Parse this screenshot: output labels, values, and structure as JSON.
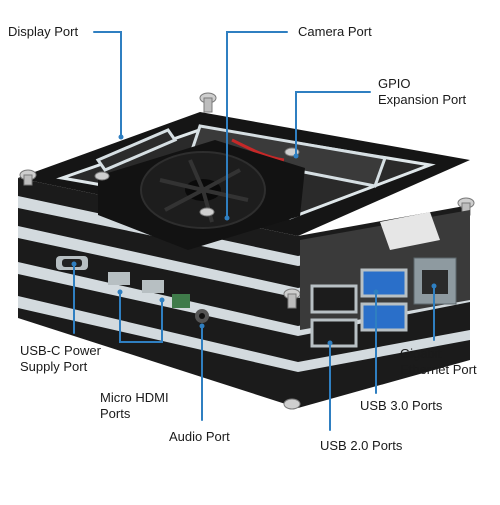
{
  "colors": {
    "callout": "#2f7fc1",
    "case_black": "#141414",
    "case_acrylic": "#d9e2e6",
    "usb3": "#2a6fc9",
    "board_green": "#3f7b4a"
  },
  "labels": {
    "display_port": "Display Port",
    "camera_port": "Camera Port",
    "gpio_expansion_port": "GPIO\nExpansion Port",
    "usb_c_power_supply_port": "USB-C Power\nSupply Port",
    "micro_hdmi_ports": "Micro HDMI\nPorts",
    "audio_port": "Audio Port",
    "gigabit_ethernet_port": "Gigabit\nEthernet Port",
    "usb_3_ports": "USB 3.0 Ports",
    "usb_2_ports": "USB 2.0 Ports"
  }
}
